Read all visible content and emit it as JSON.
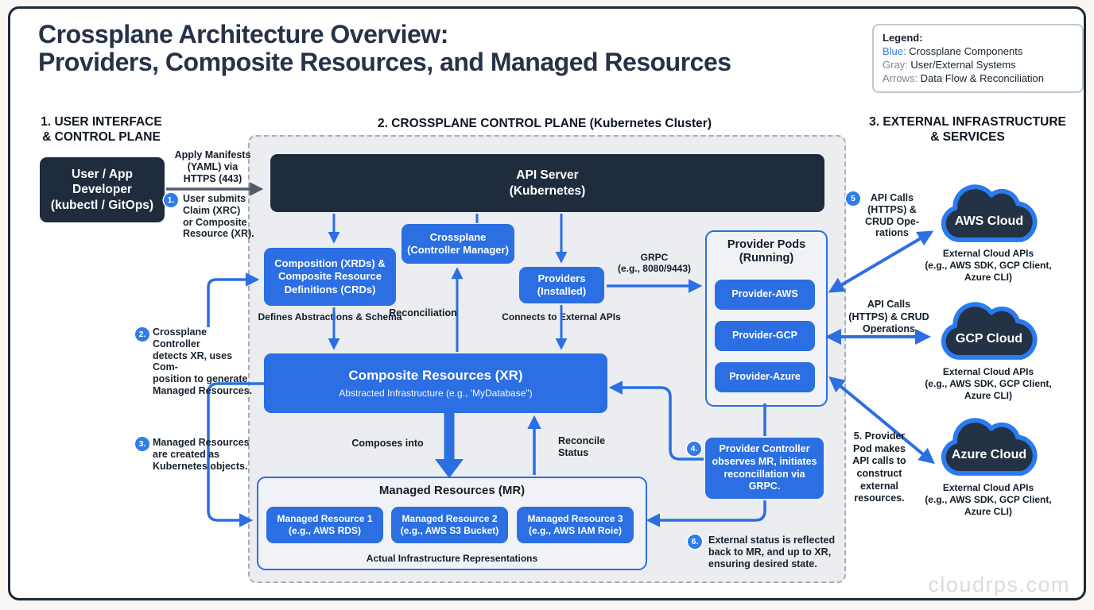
{
  "watermark": "cloudrps.com",
  "colors": {
    "blue": "#2b6fe2",
    "dark_navy": "#1f2c3d",
    "cloud_fill": "#233244",
    "cloud_stroke": "#2a7bf0",
    "panel_bg": "#ebedf0",
    "text_dark": "#121d2b",
    "arrow_dark": "#515c6a",
    "badge_blue": "#2e7de9"
  },
  "title": {
    "lines": [
      "Crossplane Architecture Overview:",
      "Providers, Composite Resources, and Managed Resources"
    ]
  },
  "legend": {
    "heading": "Legend:",
    "items": [
      {
        "term": "Blue:",
        "desc": " Crossplane Components"
      },
      {
        "term": "Gray:",
        "desc": " User/External Systems"
      },
      {
        "term": "Arrows:",
        "desc": " Data Flow & Reconciliation"
      }
    ]
  },
  "headings": {
    "s1": [
      "1. USER INTERFACE",
      "& CONTROL PLANE"
    ],
    "s2": "2. CROSSPLANE CONTROL PLANE (Kubernetes Cluster)",
    "s3": [
      "3. EXTERNAL INFRASTRUCTURE",
      "& SERVICES"
    ]
  },
  "nodes": {
    "user": {
      "lines": [
        "User / App",
        "Developer",
        "(kubectl / GitOps)"
      ]
    },
    "api": {
      "lines": [
        "API Server",
        "(Kubernetes)"
      ]
    },
    "crossplane": {
      "lines": [
        "Crossplane",
        "(Controller Manager)"
      ]
    },
    "composition": {
      "lines": [
        "Composition (XRDs) &",
        "Composite Resource",
        "Definitions (CRDs)"
      ],
      "caption": "Defines Abstractions & Schema"
    },
    "providers": {
      "lines": [
        "Providers",
        "(Installed)"
      ],
      "caption": "Connects to External APIs"
    },
    "provider_pods": {
      "title_lines": [
        "Provider Pods",
        "(Running)"
      ],
      "items": [
        "Provider-AWS",
        "Provider-GCP",
        "Provider-Azure"
      ]
    },
    "xr": {
      "title": "Composite Resources (XR)",
      "subtitle": "Abstracted Infrastructure (e.g., 'MyDatabase\")"
    },
    "mr": {
      "title": "Managed Resources (MR)",
      "caption": "Actual Infrastructure Representations",
      "items": [
        [
          "Managed Resource 1",
          "(e.g., AWS RDS)"
        ],
        [
          "Managed Resource 2",
          "(e.g., AWS S3 Bucket)"
        ],
        [
          "Managed Resource 3",
          "(e.g., AWS IAM Roie)"
        ]
      ]
    },
    "provider_controller": {
      "lines": [
        "Provider Controller",
        "observes MR, initiates",
        "reconcillation via",
        "GRPC."
      ]
    },
    "clouds": [
      {
        "name": "AWS Cloud",
        "caption": [
          "External Cloud APIs",
          "(e.g., AWS SDK, GCP Client,",
          "Azure CLI)"
        ]
      },
      {
        "name": "GCP Cloud",
        "caption": [
          "External Cloud APIs",
          "(e.g., AWS SDK, GCP Client,",
          "Azure CLI)"
        ]
      },
      {
        "name": "Azure Cloud",
        "caption": [
          "External Cloud APIs",
          "(e.g., AWS SDK, GCP Client,",
          "Azure CLI)"
        ]
      }
    ]
  },
  "edge_labels": {
    "apply": [
      "Apply Manifests",
      "(YAML) via",
      "HTTPS (443)"
    ],
    "grpc": [
      "GRPC",
      "(e.g., 8080/9443)"
    ],
    "reconciliation": "Reconciliation",
    "composes_into": "Composes into",
    "reconcile_status": [
      "Reconcile",
      "Status"
    ],
    "gcp_calls": [
      "API Calls",
      "(HTTPS) & CRUD",
      "Operations"
    ],
    "azure_calls": [
      "5. Provider",
      "Pod makes",
      "API calls to",
      "construct",
      "external",
      "resources."
    ]
  },
  "annotations": {
    "a1": {
      "num": "1.",
      "lines": [
        "User submits",
        "Claim (XRC)",
        "or Composite",
        "Resource (XR)."
      ]
    },
    "a2": {
      "num": "2.",
      "lines": [
        "Crossplane Controller",
        "detects XR, uses Com-",
        "position to generate",
        "Managed Resources."
      ]
    },
    "a3": {
      "num": "3.",
      "lines": [
        "Managed Resources",
        "are created as",
        "Kubernetes objects."
      ]
    },
    "a4": {
      "num": "4."
    },
    "a5": {
      "num": "5",
      "lines": [
        "API Calls",
        "(HTTPS) &",
        "CRUD Ope-",
        "rations"
      ]
    },
    "a6": {
      "num": "6.",
      "lines": [
        "External status is reflected",
        "back to MR, and up to XR,",
        "ensuring desired state."
      ]
    }
  }
}
